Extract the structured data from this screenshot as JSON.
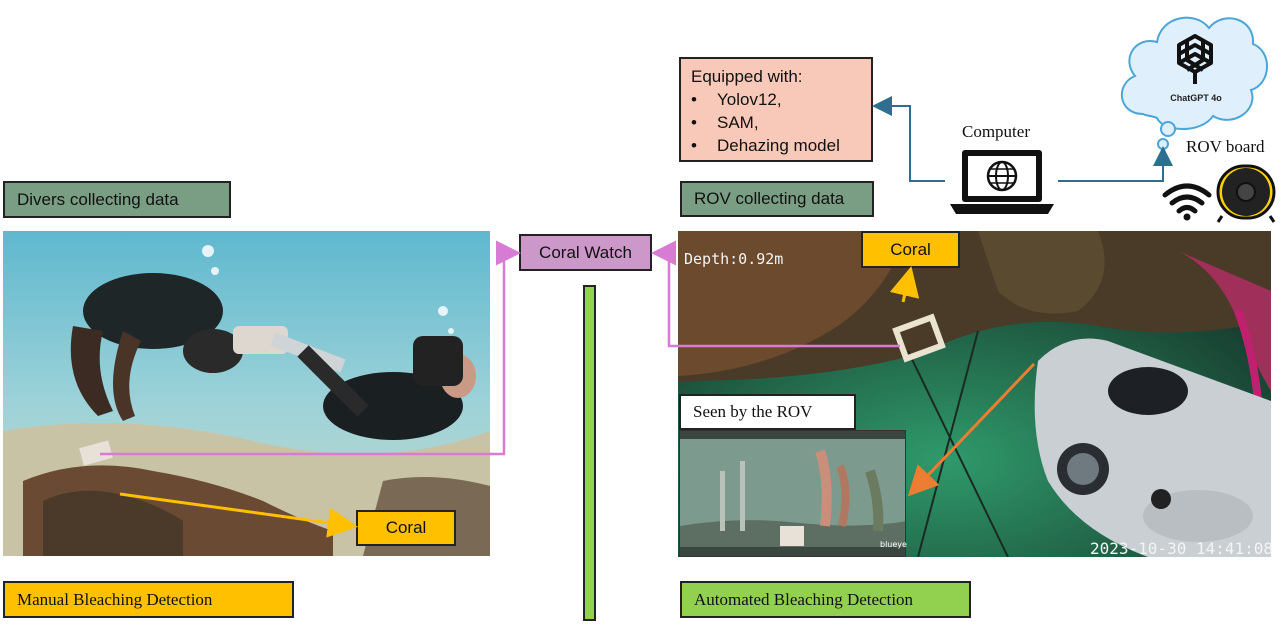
{
  "manual": {
    "section_label": "Divers collecting data",
    "coral_label": "Coral",
    "footer_label": "Manual Bleaching Detection"
  },
  "center": {
    "hub_label": "Coral Watch"
  },
  "automated": {
    "section_label": "ROV collecting data",
    "equipment": {
      "heading": "Equipped with:",
      "items": [
        "Yolov12,",
        "SAM,",
        "Dehazing model"
      ]
    },
    "computer_label": "Computer",
    "cloud_label": "ChatGPT 4o",
    "rov_board_label": "ROV board",
    "coral_label": "Coral",
    "depth_overlay": "Depth:0.92m",
    "timestamp_overlay": "2023-10-30 14:41:08",
    "inset_label": "Seen by the ROV",
    "inset_brand": "blueye",
    "footer_label": "Automated Bleaching Detection"
  },
  "colors": {
    "green_box": "#7a9e84",
    "hub_box": "#cc97c9",
    "yellow_box": "#ffc000",
    "lime_box": "#92d050",
    "equip_box": "#f8c8b8",
    "pink_connector": "#d77bd4",
    "blue_connector": "#2e6e8e",
    "orange_arrow": "#ed7d31",
    "yellow_arrow": "#ffc000"
  }
}
